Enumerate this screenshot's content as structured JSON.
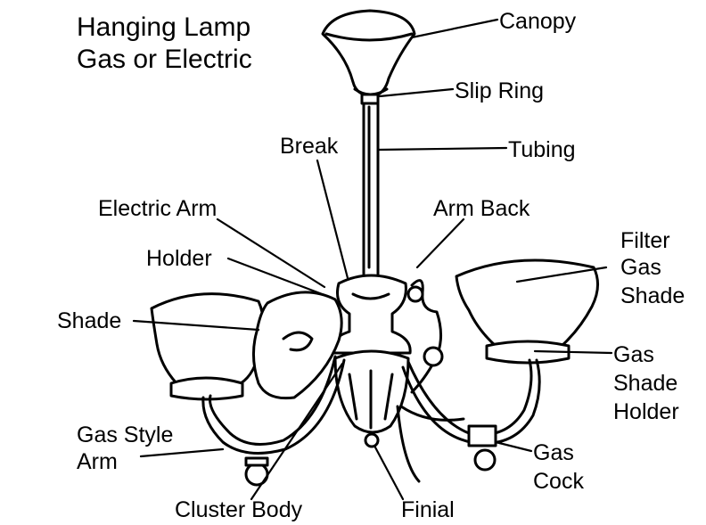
{
  "title": {
    "line1": "Hanging Lamp",
    "line2": "Gas or Electric"
  },
  "labels": {
    "canopy": "Canopy",
    "slip_ring": "Slip Ring",
    "tubing": "Tubing",
    "break": "Break",
    "electric_arm": "Electric Arm",
    "arm_back": "Arm Back",
    "holder": "Holder",
    "filter_l1": "Filter",
    "filter_l2": "Gas",
    "filter_l3": "Shade",
    "shade": "Shade",
    "gas_shade_holder_l1": "Gas",
    "gas_shade_holder_l2": "Shade",
    "gas_shade_holder_l3": "Holder",
    "gas_style_arm_l1": "Gas Style",
    "gas_style_arm_l2": "Arm",
    "gas_cock_l1": "Gas",
    "gas_cock_l2": "Cock",
    "cluster_body": "Cluster Body",
    "finial": "Finial"
  }
}
